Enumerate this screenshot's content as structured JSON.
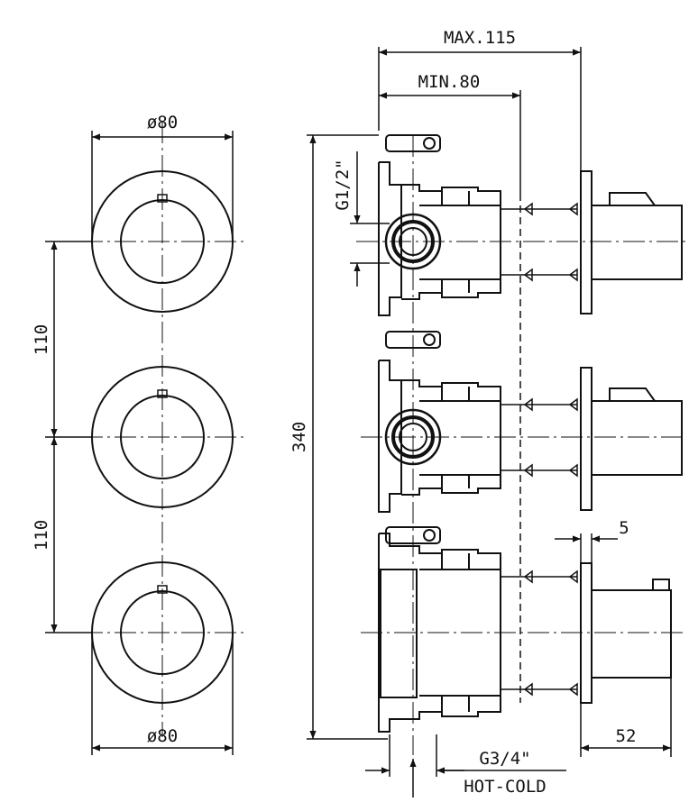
{
  "front_view": {
    "top_diameter_label": "ø80",
    "bottom_diameter_label": "ø80",
    "spacing_upper_label": "110",
    "spacing_lower_label": "110"
  },
  "side_view": {
    "max_depth_label": "MAX.115",
    "min_depth_label": "MIN.80",
    "total_height_label": "340",
    "outlet_thread_label": "G1/2\"",
    "plate_thickness_label": "5",
    "handle_depth_label": "52",
    "inlet_thread_label": "G3/4\"",
    "inlet_label": "HOT-COLD"
  },
  "colors": {
    "line": "#111111",
    "background": "#ffffff"
  }
}
